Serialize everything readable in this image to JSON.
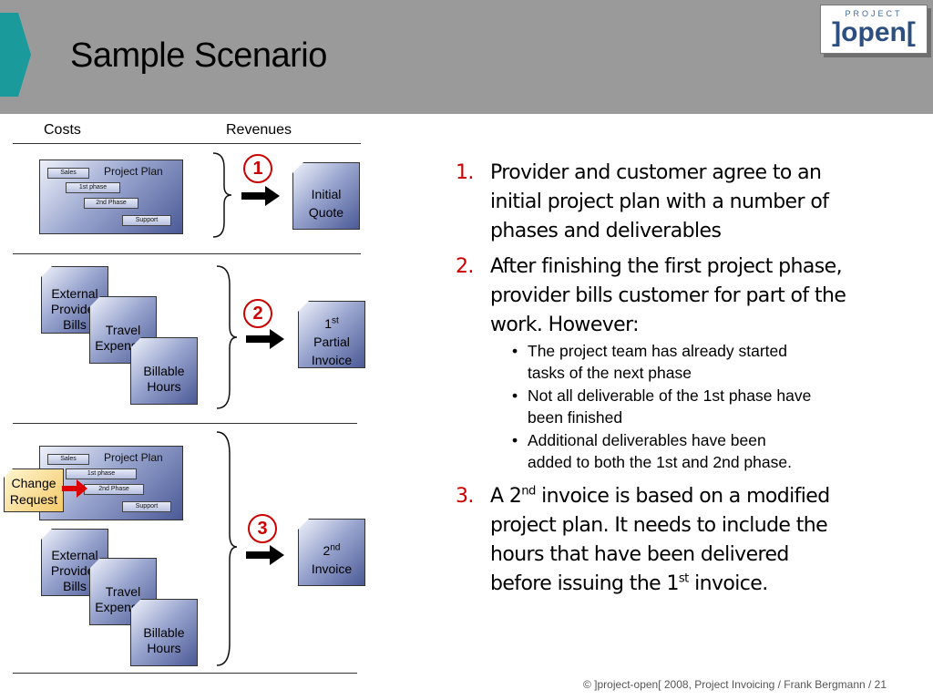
{
  "slide": {
    "title": "Sample Scenario",
    "logo": {
      "small": "PROJECT",
      "main": "]open["
    },
    "footer": "© ]project-open[  2008, Project Invoicing / Frank Bergmann / 21"
  },
  "diagram": {
    "col_costs": "Costs",
    "col_revenues": "Revenues",
    "plan": {
      "title": "Project Plan",
      "sales": "Sales",
      "phase1": "1st phase",
      "phase2": "2nd Phase",
      "support": "Support"
    },
    "step1": {
      "num": "1",
      "doc": [
        "Initial",
        "Quote"
      ]
    },
    "step2": {
      "num": "2",
      "external": [
        "External",
        "Provider",
        "Bills"
      ],
      "travel": [
        "Travel",
        "Expenses"
      ],
      "hours": [
        "Billable",
        "Hours"
      ],
      "doc_num": "1",
      "doc_sup": "st",
      "doc": [
        "Partial",
        "Invoice"
      ]
    },
    "step3": {
      "num": "3",
      "change": [
        "Change",
        "Request"
      ],
      "external": [
        "External",
        "Provider",
        "Bills"
      ],
      "travel": [
        "Travel",
        "Expenses"
      ],
      "hours": [
        "Billable",
        "Hours"
      ],
      "doc_num": "2",
      "doc_sup": "nd",
      "doc": [
        "Invoice"
      ]
    }
  },
  "text": {
    "items": [
      {
        "n": "1.",
        "lines": [
          "Provider and customer agree to an",
          "initial project plan with a number of",
          "phases and deliverables"
        ]
      },
      {
        "n": "2.",
        "lines": [
          "After finishing the first project phase,",
          "provider bills customer for part of the",
          "work. However:"
        ]
      },
      {
        "n": "3.",
        "l1a": "A 2",
        "l1sup": "nd",
        "l1b": " invoice is based on a modified",
        "l2": "project plan. It needs to include the",
        "l3": "hours that have been delivered",
        "l4a": "before issuing the 1",
        "l4sup": "st",
        "l4b": " invoice."
      }
    ],
    "bullets": [
      {
        "l1": "The project team has already started",
        "l2": "tasks of the next phase"
      },
      {
        "l1": "Not all deliverable of the 1st phase have",
        "l2": "been finished"
      },
      {
        "l1": "Additional deliverables have been",
        "l2": "added to both the 1st and 2nd phase."
      }
    ]
  },
  "colors": {
    "header": "#9a9a9a",
    "accent": "#1a9a9a",
    "number_red": "#cc0000"
  }
}
